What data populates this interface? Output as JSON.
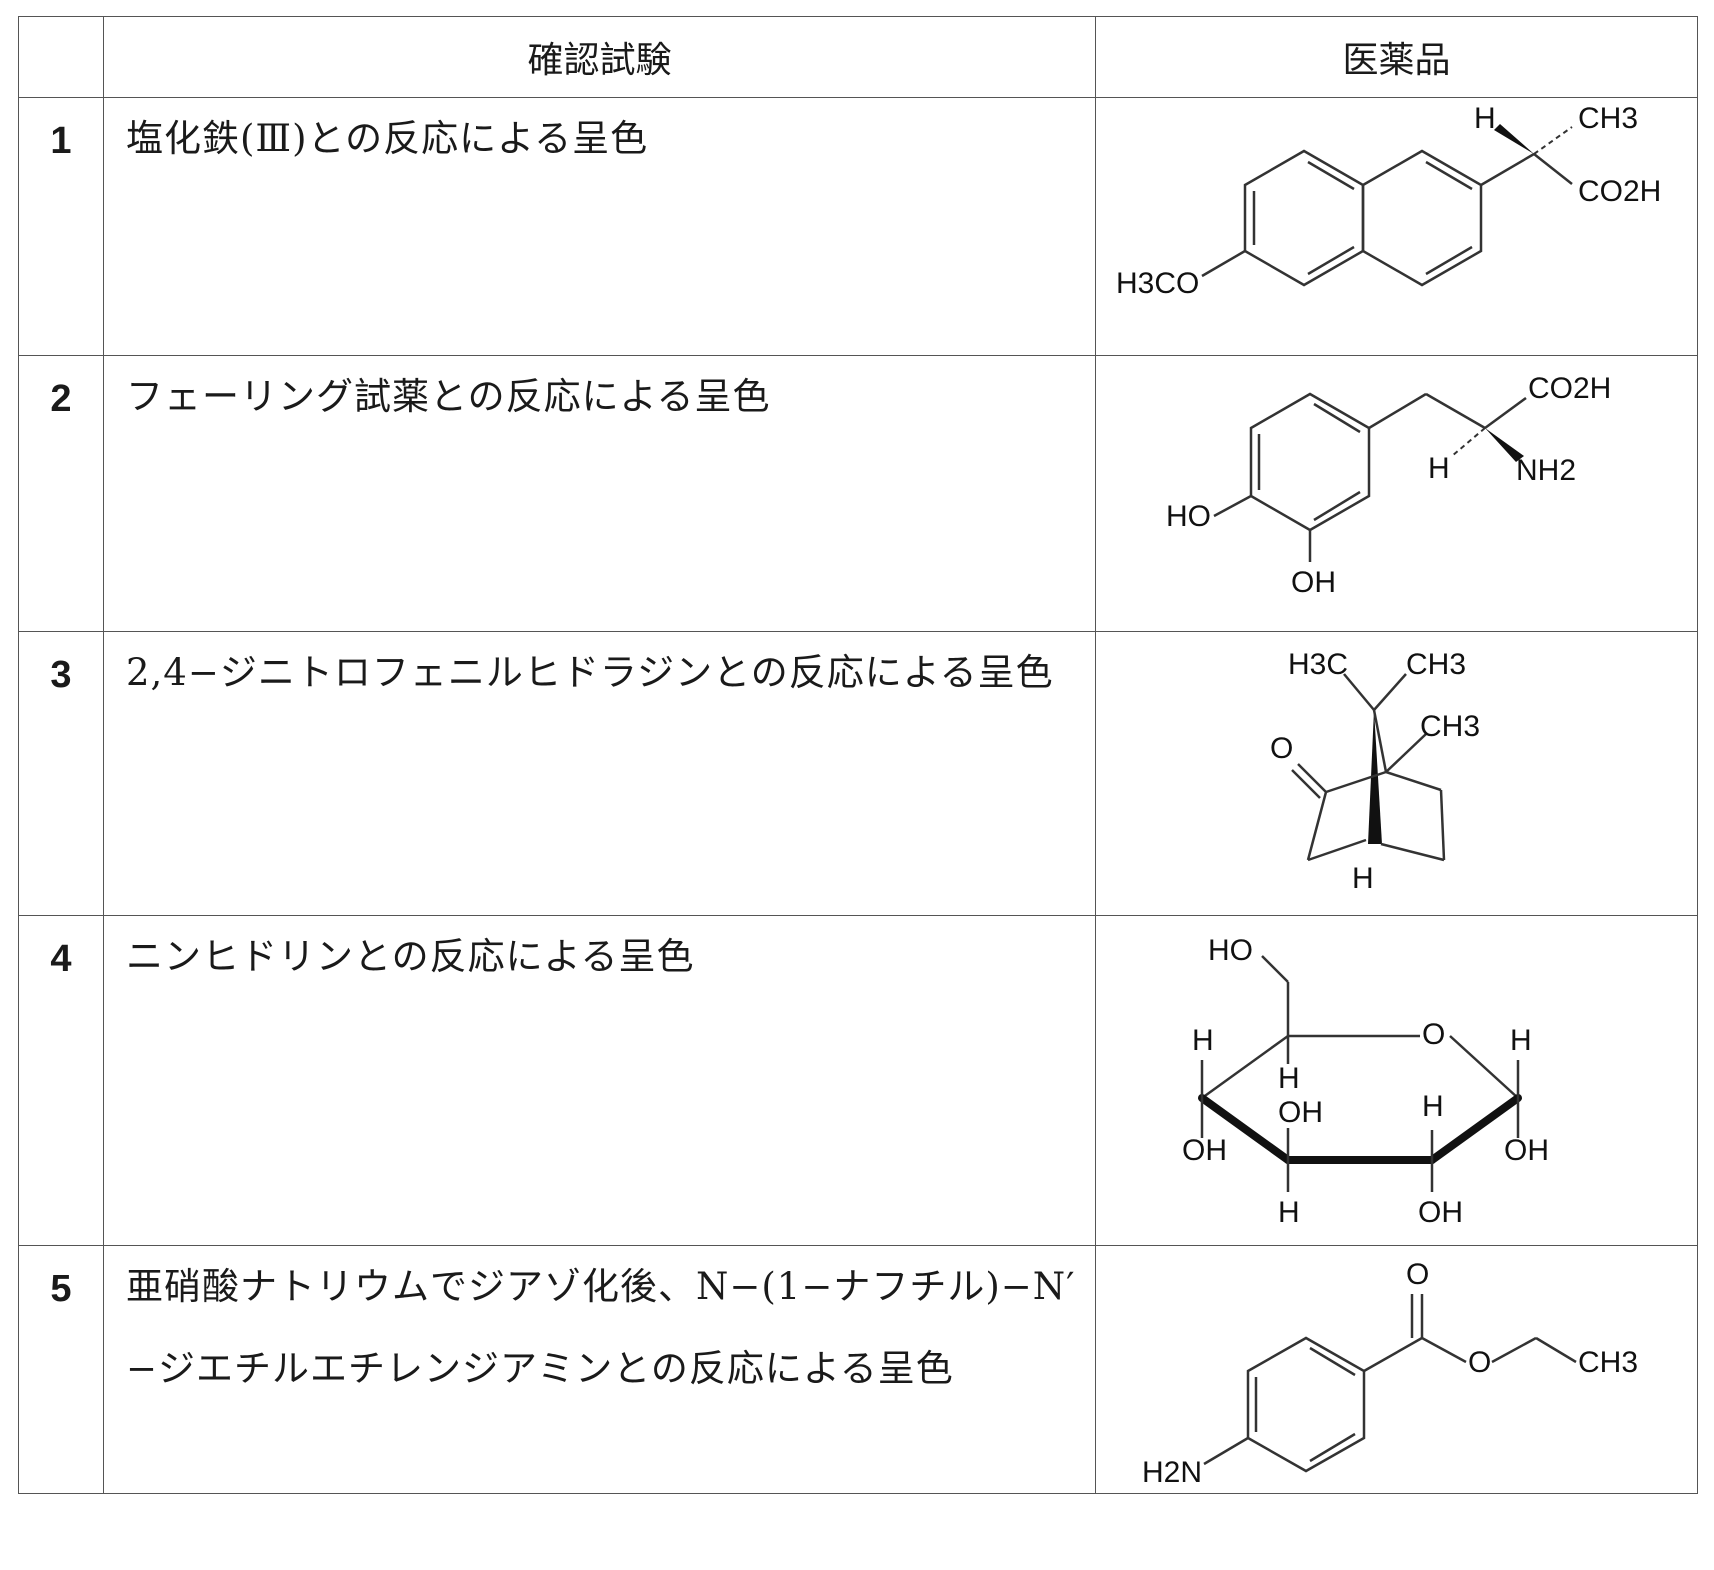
{
  "header": {
    "blank": "",
    "test": "確認試験",
    "drug": "医薬品"
  },
  "rows": [
    {
      "no": "1",
      "test": "塩化鉄(Ⅲ)との反応による呈色",
      "structure": {
        "labels": [
          "H",
          "CH3",
          "CO2H",
          "H3CO"
        ]
      }
    },
    {
      "no": "2",
      "test": "フェーリング試薬との反応による呈色",
      "structure": {
        "labels": [
          "CO2H",
          "H",
          "NH2",
          "HO",
          "OH"
        ]
      }
    },
    {
      "no": "3",
      "test": "2,4−ジニトロフェニルヒドラジンとの反応による呈色",
      "structure": {
        "labels": [
          "H3C",
          "CH3",
          "CH3",
          "O",
          "H"
        ]
      }
    },
    {
      "no": "4",
      "test": "ニンヒドリンとの反応による呈色",
      "structure": {
        "labels": [
          "HO",
          "O",
          "H",
          "H",
          "H",
          "OH",
          "H",
          "OH",
          "OH",
          "H",
          "OH",
          "H",
          "OH"
        ]
      }
    },
    {
      "no": "5",
      "test": "亜硝酸ナトリウムでジアゾ化後、N−(1−ナフチル)−N′−ジエチルエチレンジアミンとの反応による呈色",
      "structure": {
        "labels": [
          "O",
          "O",
          "CH3",
          "H2N"
        ]
      }
    }
  ]
}
